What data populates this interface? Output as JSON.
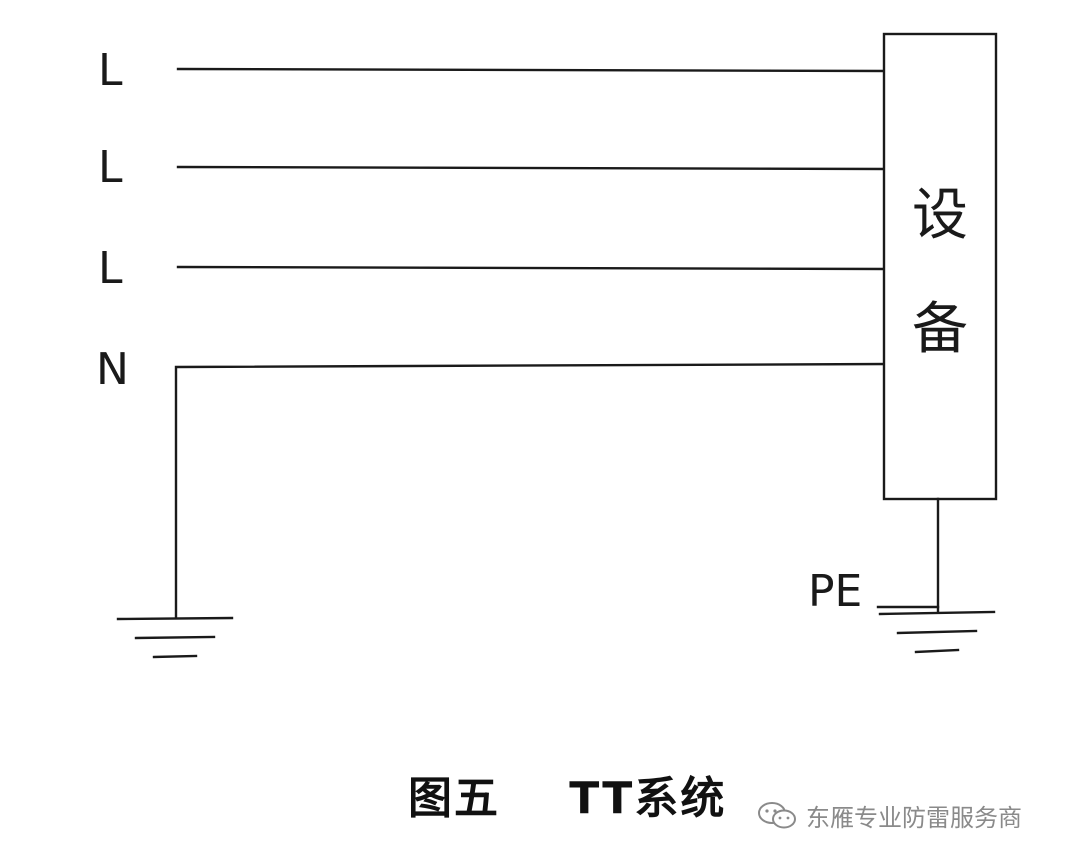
{
  "diagram": {
    "phase_labels": [
      "L",
      "L",
      "L"
    ],
    "neutral_label": "N",
    "pe_label": "PE",
    "device_label_chars": [
      "设",
      "备"
    ]
  },
  "caption": {
    "figure_number": "图五",
    "title": "TT系统"
  },
  "watermark": {
    "text": "东雁专业防雷服务商",
    "icon": "wechat-icon"
  }
}
